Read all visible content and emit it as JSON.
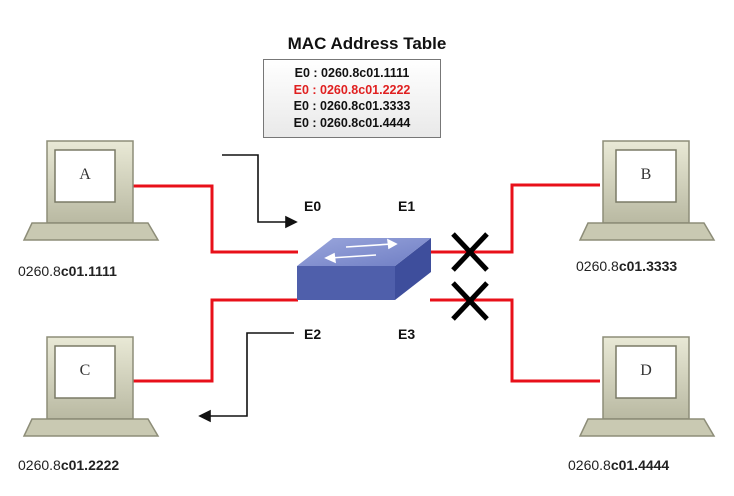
{
  "mac_table": {
    "title": "MAC Address Table",
    "rows": [
      {
        "text": "E0 : 0260.8c01.1111",
        "highlight": false
      },
      {
        "text": "E0 : 0260.8c01.2222",
        "highlight": true
      },
      {
        "text": "E0 : 0260.8c01.3333",
        "highlight": false
      },
      {
        "text": "E0 : 0260.8c01.4444",
        "highlight": false
      }
    ]
  },
  "ports": {
    "e0": "E0",
    "e1": "E1",
    "e2": "E2",
    "e3": "E3"
  },
  "hosts": {
    "a": {
      "label": "A",
      "addr_prefix": "0260.8",
      "addr_suffix": "c01.1111"
    },
    "b": {
      "label": "B",
      "addr_prefix": "0260.8",
      "addr_suffix": "c01.3333"
    },
    "c": {
      "label": "C",
      "addr_prefix": "0260.8",
      "addr_suffix": "c01.2222"
    },
    "d": {
      "label": "D",
      "addr_prefix": "0260.8",
      "addr_suffix": "c01.4444"
    }
  },
  "colors": {
    "link": "#e8101a",
    "switch_top": "#7f8cc8",
    "switch_side": "#4a5aa6",
    "blocked": "#000000"
  }
}
